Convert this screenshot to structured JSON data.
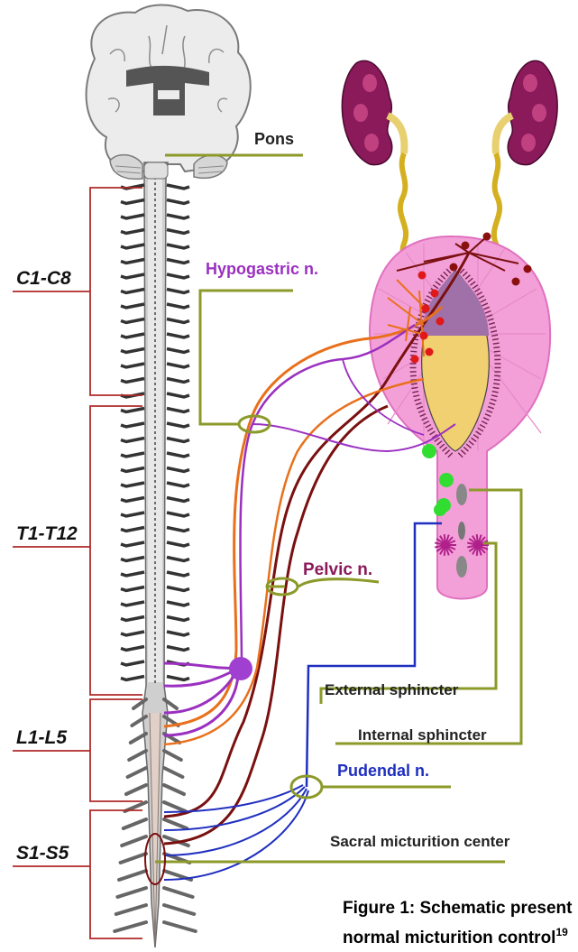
{
  "labels": {
    "pons": "Pons",
    "hypogastric": "Hypogastric n.",
    "pelvic": "Pelvic n.",
    "external_sphincter": "External sphincter",
    "internal_sphincter": "Internal sphincter",
    "pudendal": "Pudendal n.",
    "sacral_center": "Sacral micturition center"
  },
  "segments": {
    "cervical": "C1-C8",
    "thoracic": "T1-T12",
    "lumbar": "L1-L5",
    "sacral": "S1-S5"
  },
  "caption": {
    "line1": "Figure 1: Schematic present",
    "line2": "normal micturition control",
    "ref": "19"
  },
  "colors": {
    "olive": "#8c9a2a",
    "red_bracket": "#b02a2a",
    "purple": "#9b30c0",
    "orange": "#e8701c",
    "dark_red": "#7a1010",
    "blue": "#1f2fc0",
    "bladder_pink": "#f4a0d8",
    "urine_yellow": "#f0d070",
    "kidney_purple": "#8a1a5a",
    "green_ganglion": "#30dd30"
  }
}
